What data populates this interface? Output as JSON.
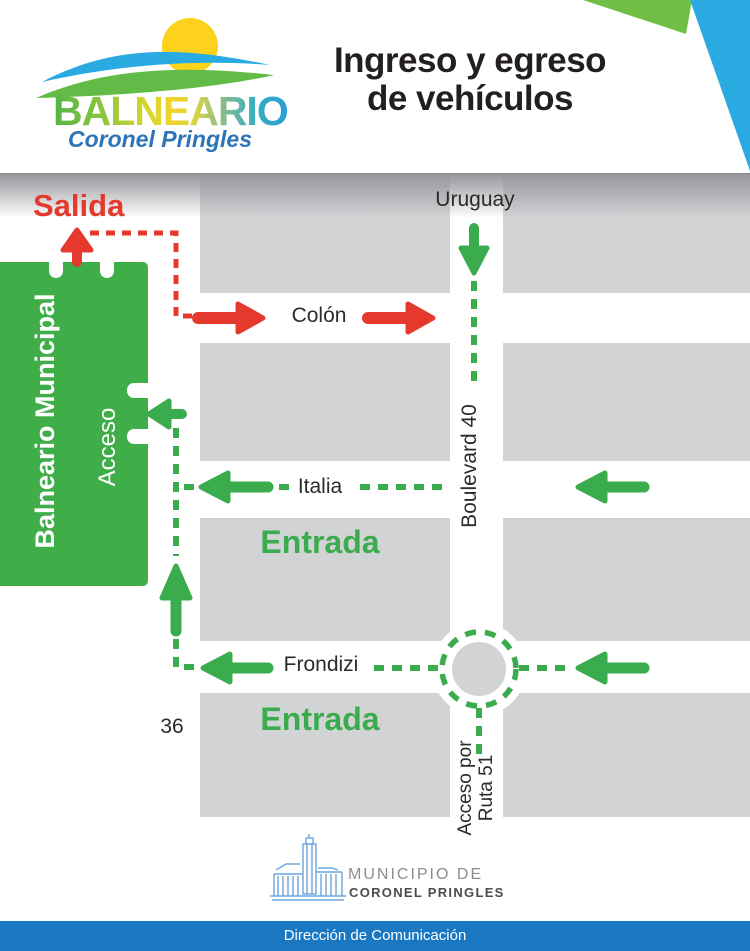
{
  "header": {
    "brand": "BALNEARIO",
    "brand_subtitle": "Coronel Pringles",
    "title_line1": "Ingreso y egreso",
    "title_line2": "de vehículos"
  },
  "map": {
    "exit_label": "Salida",
    "entrada_upper": "Entrada",
    "entrada_lower": "Entrada",
    "facility_name": "Balneario Municipal",
    "facility_access": "Acceso",
    "streets": {
      "uruguay": "Uruguay",
      "colon": "Colón",
      "italia": "Italia",
      "frondizi": "Frondizi",
      "boulevard": "Boulevard 40",
      "ruta_line1": "Acceso por",
      "ruta_line2": "Ruta 51"
    },
    "block_number": "36",
    "colors": {
      "entry_green": "#3bac4e",
      "exit_red": "#e6392d",
      "facility_green": "#3fae49",
      "block_gray": "#d2d3d5",
      "accent_cyan": "#29abe2",
      "accent_lime": "#70bf44"
    }
  },
  "footer": {
    "municipio_line1": "MUNICIPIO DE",
    "municipio_line2": "CORONEL PRINGLES",
    "bar_text": "Dirección de Comunicación",
    "bar_color": "#1a78c2"
  }
}
